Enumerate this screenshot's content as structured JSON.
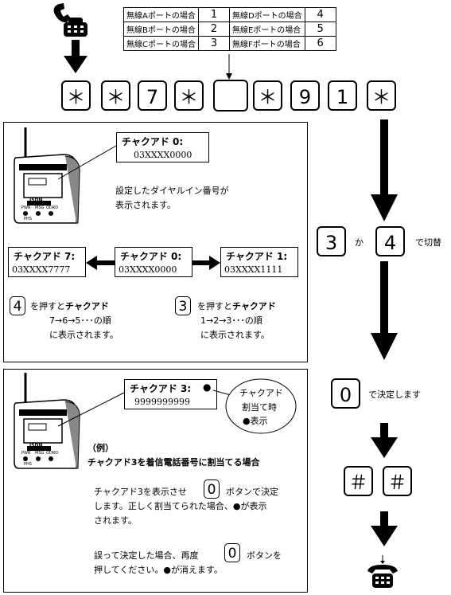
{
  "ports": [
    {
      "left_label": "無線Aポートの場合",
      "left_num": "1",
      "right_label": "無線Dポートの場合",
      "right_num": "4"
    },
    {
      "left_label": "無線Bポートの場合",
      "left_num": "2",
      "right_label": "無線Eポートの場合",
      "right_num": "5"
    },
    {
      "left_label": "無線Cポートの場合",
      "left_num": "3",
      "right_label": "無線Fポートの場合",
      "right_num": "6"
    }
  ],
  "keys": [
    "＊",
    "＊",
    "7",
    "＊",
    "",
    "＊",
    "9",
    "1",
    "＊"
  ],
  "panel1": {
    "top_display": {
      "title": "チャクアド 0:",
      "number": "03XXXX0000"
    },
    "caption_line1": "設定したダイヤルイン番号が",
    "caption_line2": "表示されます。",
    "left_display": {
      "title": "チャクアド 7:",
      "number": "03XXXX7777"
    },
    "center_display": {
      "title": "チャクアド 0:",
      "number": "03XXXX0000"
    },
    "right_display": {
      "title": "チャクアド 1:",
      "number": "03XXXX1111"
    },
    "left_key": "4",
    "left_note_1": "を押すと",
    "left_note_bold": "チャクアド",
    "left_note_2": "7→6→5･･･の順",
    "left_note_3": "に表示されます。",
    "right_key": "3",
    "right_note_1": "を押すと",
    "right_note_bold": "チャクアド",
    "right_note_2": "1→2→3･･･の順",
    "right_note_3": "に表示されます。"
  },
  "phone_brand": "ISDN",
  "phone_buttons": [
    "PWR",
    "MSG",
    "ODRD"
  ],
  "phone_model": "PHS",
  "switch_step": {
    "key_a": "3",
    "connector": "か",
    "key_b": "4",
    "label": "で切替"
  },
  "confirm_step": {
    "key": "0",
    "label": "で決定します"
  },
  "hash_keys": [
    "＃",
    "＃"
  ],
  "panel2": {
    "display": {
      "title": "チャクアド 3:",
      "marker": "●",
      "number": "9999999999"
    },
    "bubble_line1": "チャクアド",
    "bubble_line2": "割当て時",
    "bubble_line3": "●表示",
    "example_label": "（例）",
    "heading": "チャクアド3を着信電話番号に割当てる場合",
    "para1_a": "チャクアド3を表示させ",
    "para1_key": "0",
    "para1_b": "ボタンで決定",
    "para1_line2": "します。正しく割当てられた場合、●が表示",
    "para1_line3": "されます。",
    "para2_a": "誤って決定した場合、再度",
    "para2_key": "0",
    "para2_b": "ボタンを",
    "para2_line2": "押してください。●が消えます。"
  },
  "colors": {
    "line": "#000000",
    "background": "#ffffff"
  }
}
